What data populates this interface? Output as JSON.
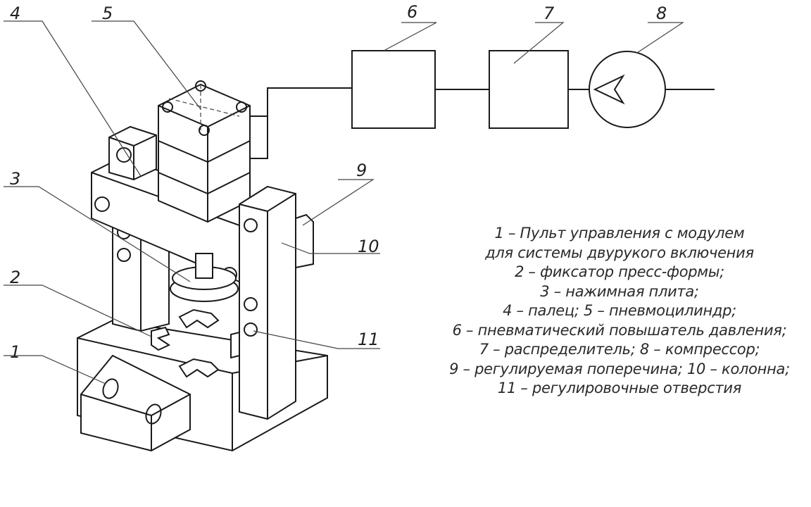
{
  "callouts": [
    "1",
    "2",
    "3",
    "4",
    "5",
    "6",
    "7",
    "8",
    "9",
    "10",
    "11"
  ],
  "legend": [
    "1 – Пульт управления с модулем",
    "для системы двурукого включения",
    "2 – фиксатор пресс-формы;",
    "3 – нажимная плита;",
    "4 – палец; 5 – пневмоцилиндр;",
    "6 – пневматический повышатель давления;",
    "7 – распределитель; 8 – компрессор;",
    "9 – регулируемая поперечина; 10 – колонна;",
    "11 – регулировочные отверстия"
  ]
}
